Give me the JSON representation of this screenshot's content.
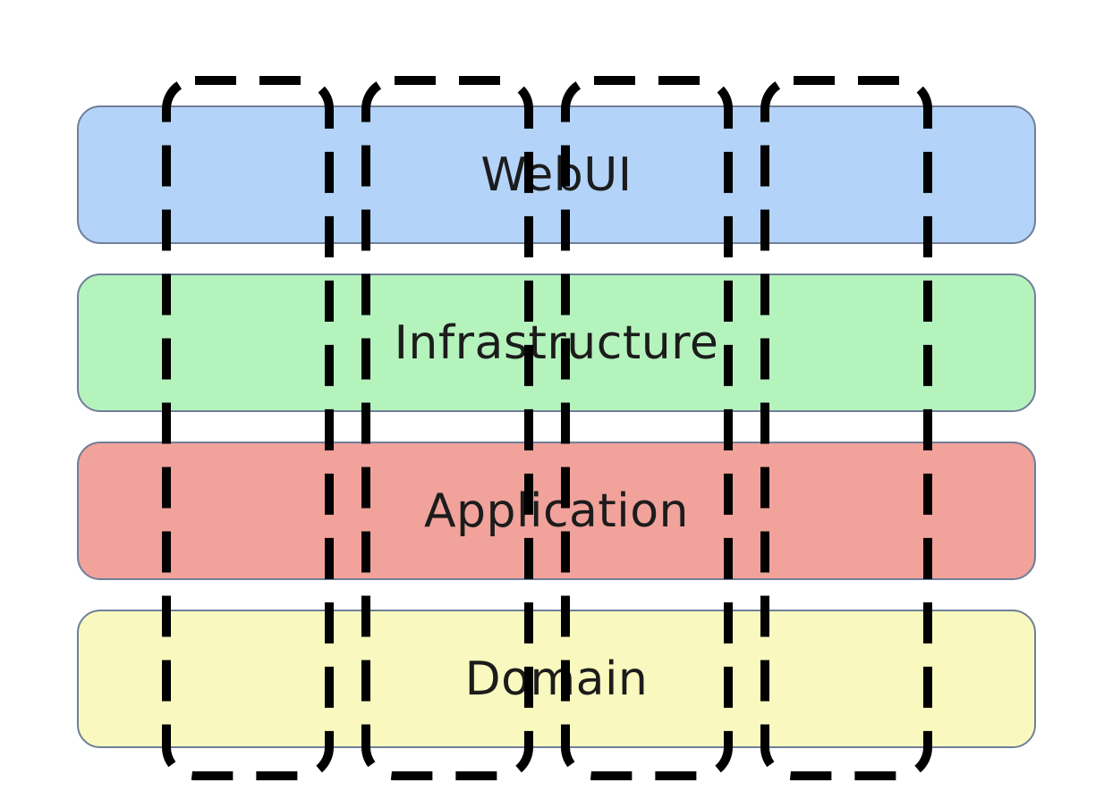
{
  "diagram": {
    "layers": [
      {
        "label": "WebUI",
        "color": "#b3d3f9"
      },
      {
        "label": "Infrastructure",
        "color": "#b5f3bd"
      },
      {
        "label": "Application",
        "color": "#f0a29b"
      },
      {
        "label": "Domain",
        "color": "#f9f9bf"
      }
    ],
    "vertical_slice_count": 4,
    "slice_style": "dashed-black"
  }
}
